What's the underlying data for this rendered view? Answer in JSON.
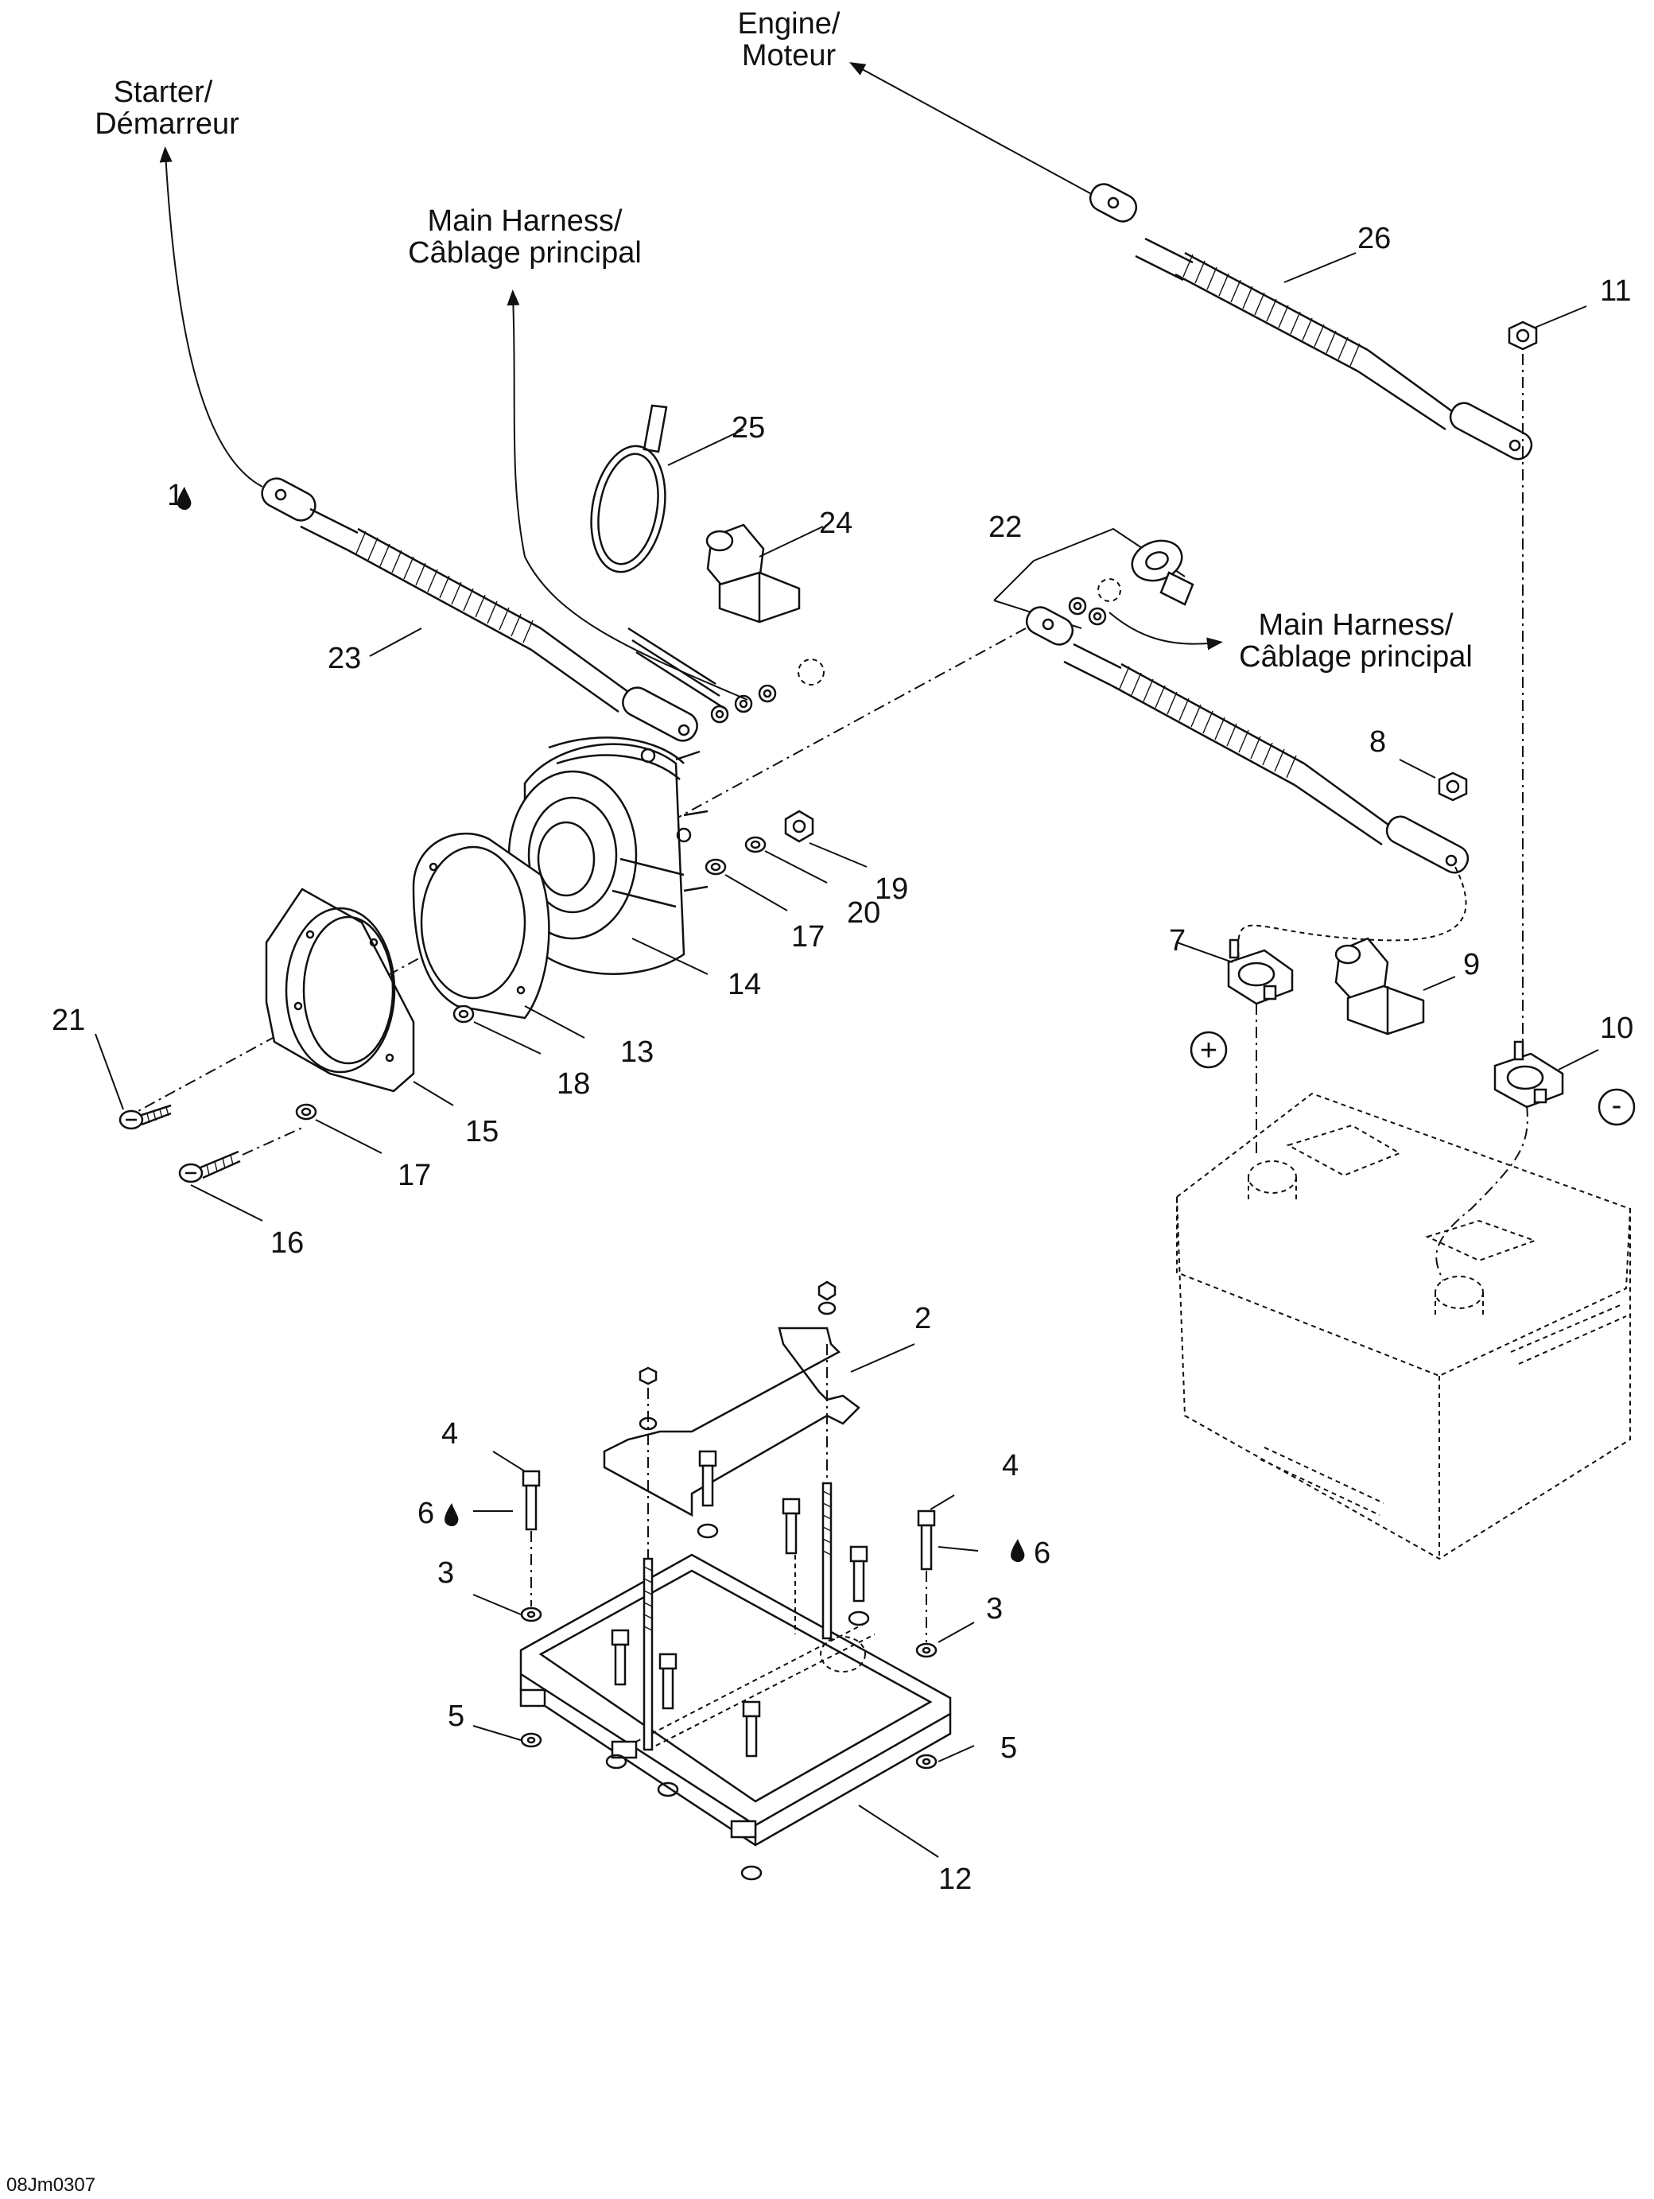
{
  "destinations": {
    "starter_line1": "Starter/",
    "starter_line2": "Démarreur",
    "engine_line1": "Engine/",
    "engine_line2": "Moteur",
    "harness_top_line1": "Main Harness/",
    "harness_top_line2": "Câblage principal",
    "harness_right_line1": "Main Harness/",
    "harness_right_line2": "Câblage principal"
  },
  "polarity": {
    "positive": "+",
    "negative": "-"
  },
  "callouts": {
    "c1": "1",
    "c2": "2",
    "c3a": "3",
    "c3b": "3",
    "c4a": "4",
    "c4b": "4",
    "c5a": "5",
    "c5b": "5",
    "c6a": "6",
    "c6b": "6",
    "c7": "7",
    "c8": "8",
    "c9": "9",
    "c10": "10",
    "c11": "11",
    "c12": "12",
    "c13": "13",
    "c14": "14",
    "c15": "15",
    "c16": "16",
    "c17a": "17",
    "c17b": "17",
    "c18": "18",
    "c19": "19",
    "c20": "20",
    "c21": "21",
    "c22": "22",
    "c23": "23",
    "c24": "24",
    "c25": "25",
    "c26": "26"
  },
  "icons": {
    "drop": "drop-icon"
  },
  "reference": "08Jm0307"
}
